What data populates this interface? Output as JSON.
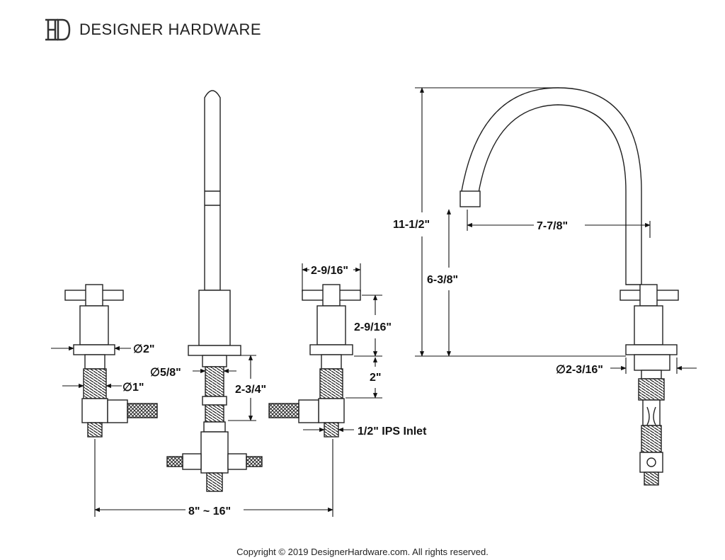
{
  "brand": {
    "logo_icon": "dh-monogram-logo",
    "name": "DESIGNER HARDWARE"
  },
  "dimensions": {
    "dia_2": "∅2\"",
    "dia_1": "∅1\"",
    "dia_5_8": "∅5/8\"",
    "h_2_3_4": "2-3/4\"",
    "w_2_9_16": "2-9/16\"",
    "h_2_9_16": "2-9/16\"",
    "h_2": "2\"",
    "ips_inlet": "1/2\" IPS Inlet",
    "spread": "8\" ~ 16\"",
    "h_11_1_2": "11-1/2\"",
    "reach_7_7_8": "7-7/8\"",
    "h_6_3_8": "6-3/8\"",
    "dia_2_3_16": "∅2-3/16\""
  },
  "footer": {
    "copyright": "Copyright © 2019 DesignerHardware.com. All rights reserved."
  }
}
